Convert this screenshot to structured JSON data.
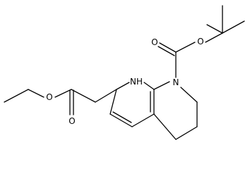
{
  "diagram": {
    "kind": "skeletal chemical structure",
    "line_color": "#000000",
    "background_color": "#ffffff",
    "atom_labels": {
      "ester_oxygen": "O",
      "ester_carbonyl_oxygen": "O",
      "amine_nh": "NH",
      "ring_nitrogen": "N",
      "carbamate_carbonyl_oxygen": "O",
      "carbamate_ester_oxygen": "O"
    }
  }
}
